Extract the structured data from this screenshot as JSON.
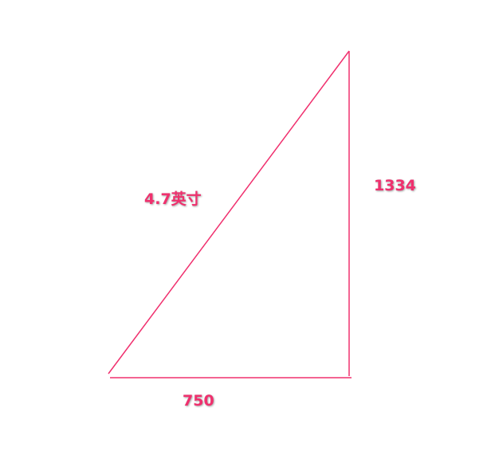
{
  "colors": {
    "accent": "#f0306e",
    "background": "#ffffff"
  },
  "labels": {
    "diagonal": "4.7英寸",
    "height": "1334",
    "width": "750"
  }
}
